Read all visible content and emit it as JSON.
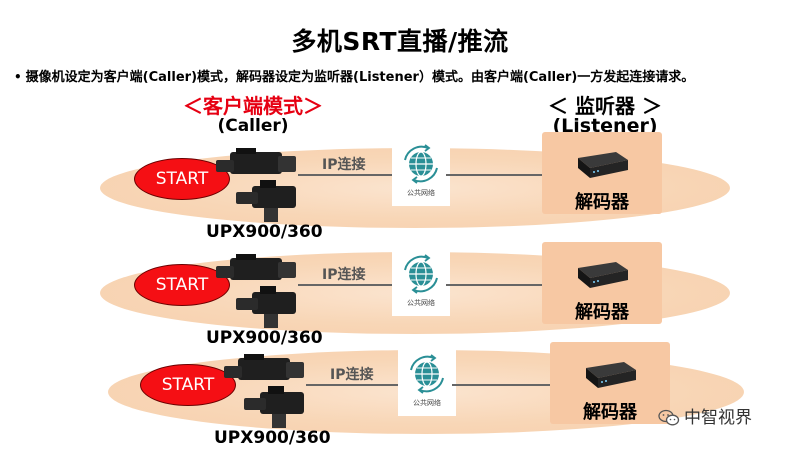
{
  "title": "多机SRT直播/推流",
  "bullet": "摄像机设定为客户端(Caller)模式，解码器设定为监听器(Listener）模式。由客户端(Caller)一方发起连接请求。",
  "caller": {
    "mode_label": "＜客户端模式＞",
    "sub_label": "(Caller)"
  },
  "listener": {
    "mode_label": "＜ 监听器 ＞",
    "sub_label": "(Listener)"
  },
  "rows": [
    {
      "start_label": "START",
      "ip_label": "IP连接",
      "cloud_caption": "公共网络",
      "decoder_label": "解码器",
      "camera_model": "UPX900/360"
    },
    {
      "start_label": "START",
      "ip_label": "IP连接",
      "cloud_caption": "公共网络",
      "decoder_label": "解码器",
      "camera_model": "UPX900/360"
    },
    {
      "start_label": "START",
      "ip_label": "IP连接",
      "cloud_caption": "公共网络",
      "decoder_label": "解码器",
      "camera_model": "UPX900/360"
    }
  ],
  "watermark": "中智视界",
  "colors": {
    "accent_red": "#e60012",
    "start_red": "#f50f14",
    "ellipse": "#f8d6b6",
    "decoder_box": "#f7c8a3",
    "globe_teal": "#2a8f96"
  },
  "icons": [
    "camcorder-icon",
    "globe-icon",
    "decoder-device-icon",
    "wechat-icon"
  ]
}
